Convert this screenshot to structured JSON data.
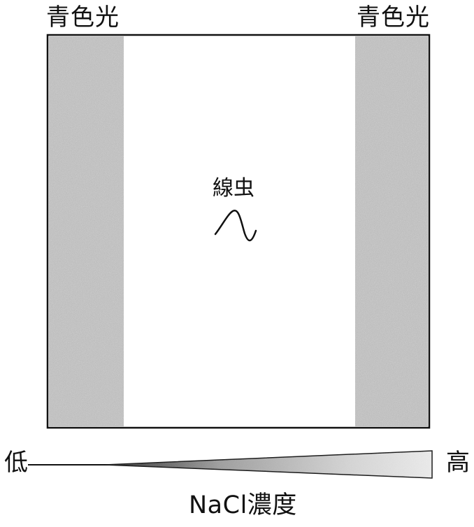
{
  "diagram": {
    "left_light_label": "青色光",
    "right_light_label": "青色光",
    "worm_label": "線虫",
    "gradient": {
      "low_label": "低",
      "high_label": "高",
      "axis_label": "NaCl濃度"
    }
  }
}
